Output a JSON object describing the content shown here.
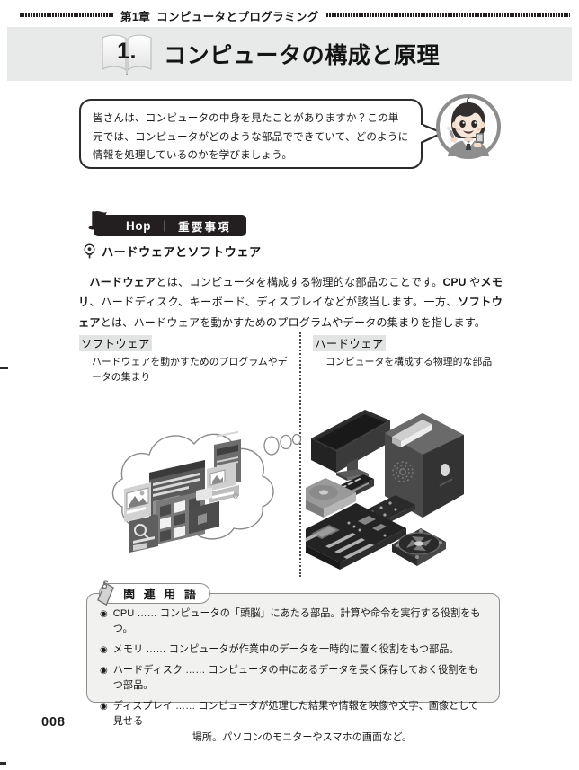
{
  "running_header": {
    "chapter": "第1章",
    "title": "コンピュータとプログラミング"
  },
  "section": {
    "number": "1.",
    "title": "コンピュータの構成と原理"
  },
  "intro_bubble": {
    "text": "皆さんは、コンピュータの中身を見たことがありますか？この単元では、コンピュータがどのような部品でできていて、どのように情報を処理しているのかを学びましょう。",
    "avatar_label": "student-character"
  },
  "hop_badge": {
    "label": "Hop",
    "separator": "｜",
    "sub_label": "重要事項"
  },
  "subheading": {
    "text": "ハードウェアとソフトウェア"
  },
  "body_paragraph": {
    "segments": [
      {
        "text": "　",
        "bold": false
      },
      {
        "text": "ハードウェア",
        "bold": true
      },
      {
        "text": "とは、コンピュータを構成する物理的な部品のことです。",
        "bold": false
      },
      {
        "text": "CPU",
        "bold": true
      },
      {
        "text": " や",
        "bold": false
      },
      {
        "text": "メモリ",
        "bold": true
      },
      {
        "text": "、ハードディスク、キーボード、ディスプレイなどが該当します。一方、",
        "bold": false
      },
      {
        "text": "ソフトウェア",
        "bold": true
      },
      {
        "text": "とは、ハードウェアを動かすためのプログラムやデータの集まりを指します。",
        "bold": false
      }
    ]
  },
  "columns": {
    "left": {
      "title": "ソフトウェア",
      "description": "ハードウェアを動かすためのプログラムやデータの集まり",
      "illustration": "cloud-with-app-screens"
    },
    "right": {
      "title": "ハードウェア",
      "description": "コンピュータを構成する物理的な部品",
      "illustration": "pc-parts-monitor-tower-motherboard-fan"
    }
  },
  "related_terms": {
    "heading": "関 連 用 語",
    "bullet": "◉",
    "items": [
      {
        "term": "CPU",
        "dots": "……",
        "desc": "コンピュータの「頭脳」にあたる部品。計算や命令を実行する役割をもつ。",
        "cont": ""
      },
      {
        "term": "メモリ",
        "dots": "……",
        "desc": "コンピュータが作業中のデータを一時的に置く役割をもつ部品。",
        "cont": ""
      },
      {
        "term": "ハードディスク",
        "dots": "……",
        "desc": "コンピュータの中にあるデータを長く保存しておく役割をもつ部品。",
        "cont": ""
      },
      {
        "term": "ディスプレイ",
        "dots": "……",
        "desc": "コンピュータが処理した結果や情報を映像や文字、画像として見せる",
        "cont": "場所。パソコンのモニターやスマホの画面など。"
      }
    ]
  },
  "folio": {
    "page_number": "008"
  },
  "colors": {
    "band": "#e8eae9",
    "badge": "#231f20",
    "terms_box": "#f1f1f0",
    "highlight": "#e2e4e3",
    "ink": "#1a1a1a"
  }
}
